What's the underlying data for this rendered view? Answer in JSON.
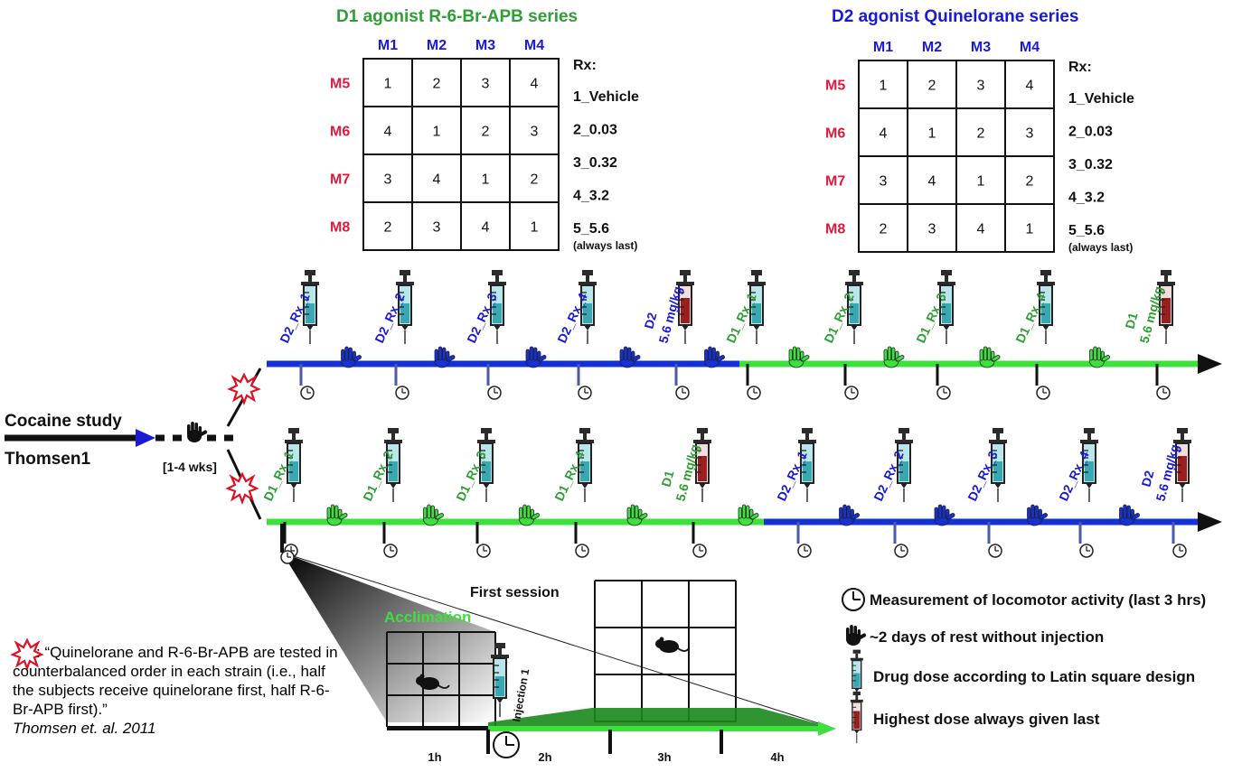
{
  "colors": {
    "d1": "#2e9e35",
    "d2": "#1a1ad6",
    "d1_bar": "#3ee03e",
    "d2_bar": "#1531d6",
    "row_label": "#e0193a",
    "col_label": "#1a1ad6",
    "syringe": "#3aa8b0",
    "syringe_high": "#9a2020"
  },
  "latin_squares": [
    {
      "title": "D1 agonist R-6-Br-APB series",
      "columns": [
        "M1",
        "M2",
        "M3",
        "M4"
      ],
      "rows": [
        "M5",
        "M6",
        "M7",
        "M8"
      ],
      "cells": [
        [
          "1",
          "2",
          "3",
          "4"
        ],
        [
          "4",
          "1",
          "2",
          "3"
        ],
        [
          "3",
          "4",
          "1",
          "2"
        ],
        [
          "2",
          "3",
          "4",
          "1"
        ]
      ],
      "rx_header": "Rx:",
      "rx_items": [
        "1_Vehicle",
        "2_0.03",
        "3_0.32",
        "4_3.2",
        "5_5.6"
      ],
      "rx_note": "(always last)"
    },
    {
      "title": "D2 agonist Quinelorane series",
      "columns": [
        "M1",
        "M2",
        "M3",
        "M4"
      ],
      "rows": [
        "M5",
        "M6",
        "M7",
        "M8"
      ],
      "cells": [
        [
          "1",
          "2",
          "3",
          "4"
        ],
        [
          "4",
          "1",
          "2",
          "3"
        ],
        [
          "3",
          "4",
          "1",
          "2"
        ],
        [
          "2",
          "3",
          "4",
          "1"
        ]
      ],
      "rx_header": "Rx:",
      "rx_items": [
        "1_Vehicle",
        "2_0.03",
        "3_0.32",
        "4_3.2",
        "5_5.6"
      ],
      "rx_note": "(always last)"
    }
  ],
  "study": {
    "label_1": "Cocaine study",
    "label_2": "Thomsen1",
    "rest_period": "[1-4 wks]"
  },
  "timeline_top": {
    "first": [
      "D2_Rx_1",
      "D2_Rx_2",
      "D2_Rx_3",
      "D2_Rx_4"
    ],
    "first_last_a": "D2",
    "first_last_b": "5.6 mg/kg",
    "second": [
      "D1_Rx_1",
      "D1_Rx_2",
      "D1_Rx_3",
      "D1_Rx_4"
    ],
    "second_last_a": "D1",
    "second_last_b": "5.6 mg/kg"
  },
  "timeline_bottom": {
    "first": [
      "D1_Rx_1",
      "D1_Rx_2",
      "D1_Rx_3",
      "D1_Rx_4"
    ],
    "first_last_a": "D1",
    "first_last_b": "5.6 mg/kg",
    "second": [
      "D2_Rx_1",
      "D2_Rx_2",
      "D2_Rx_3",
      "D2_Rx_4"
    ],
    "second_last_a": "D2",
    "second_last_b": "5.6 mg/kg"
  },
  "session": {
    "first_session": "First session",
    "acclimation": "Acclimation",
    "injection": "Injection 1",
    "hours": [
      "1h",
      "2h",
      "3h",
      "4h"
    ]
  },
  "legend": {
    "clock": "Measurement of locomotor activity (last 3 hrs)",
    "hand": "~2 days of rest without injection",
    "syringe": "Drug dose according to Latin square design",
    "syringe_high": "Highest dose always given last"
  },
  "footnote": {
    "marker": ":",
    "text": "“Quinelorane and R-6-Br-APB are tested in counterbalanced order in each strain (i.e., half the subjects receive quinelorane first, half R-6-Br-APB first).”",
    "citation": "Thomsen et. al. 2011"
  }
}
